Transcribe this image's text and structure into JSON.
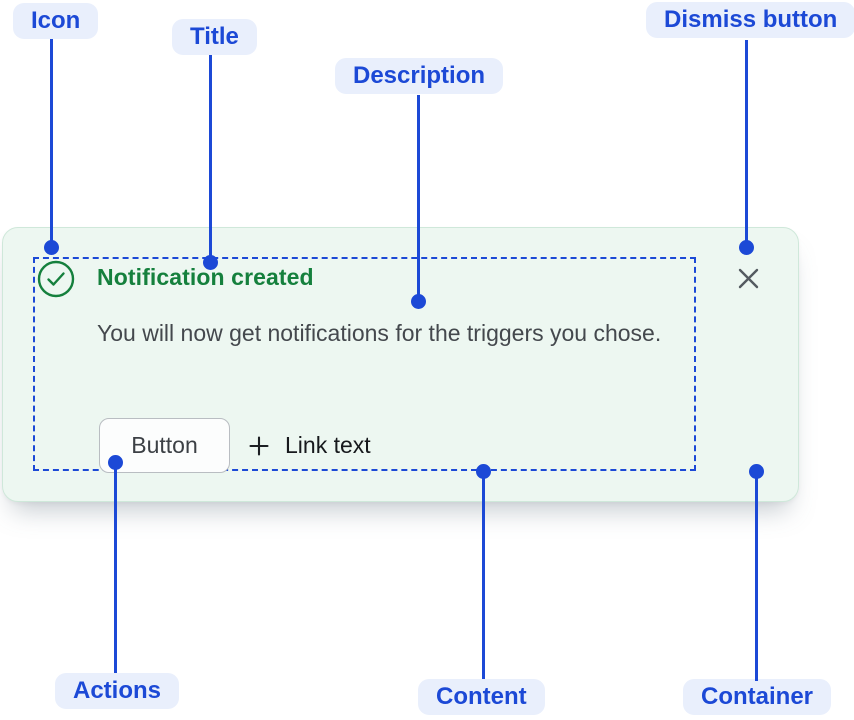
{
  "annotations": {
    "icon": "Icon",
    "title": "Title",
    "description": "Description",
    "dismiss_button": "Dismiss button",
    "actions": "Actions",
    "content": "Content",
    "container": "Container"
  },
  "toast": {
    "title": "Notification created",
    "description": "You will now get notifications for the triggers you chose.",
    "button_label": "Button",
    "link_text": "Link text",
    "icons": {
      "status": "check-circle-icon",
      "dismiss": "close-icon",
      "link_prefix": "plus-icon"
    }
  },
  "colors": {
    "accent_blue": "#1c49d6",
    "label_bg": "#e9effc",
    "success_green": "#15803d",
    "card_bg": "#edf7f1",
    "card_border": "#cfe8da",
    "description_text": "#44484d",
    "dismiss_gray": "#545a60"
  }
}
